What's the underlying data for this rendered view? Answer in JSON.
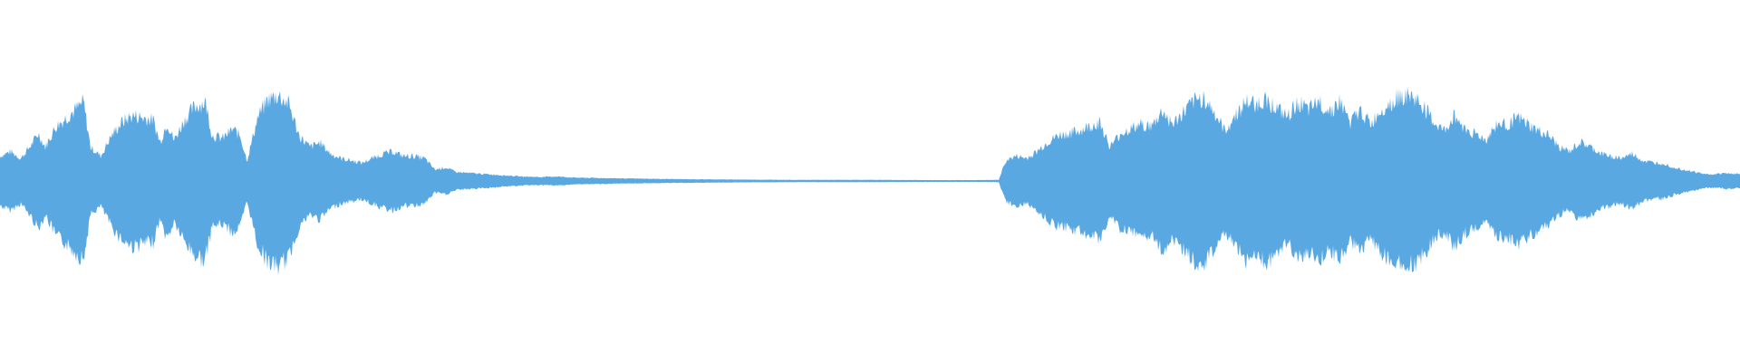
{
  "waveform": {
    "color": "#5aa8e2",
    "background": "#ffffff",
    "envelope": [
      [
        0.0,
        0.22
      ],
      [
        0.006,
        0.26
      ],
      [
        0.012,
        0.2
      ],
      [
        0.018,
        0.32
      ],
      [
        0.022,
        0.42
      ],
      [
        0.026,
        0.3
      ],
      [
        0.032,
        0.48
      ],
      [
        0.038,
        0.56
      ],
      [
        0.044,
        0.64
      ],
      [
        0.048,
        0.7
      ],
      [
        0.052,
        0.3
      ],
      [
        0.058,
        0.22
      ],
      [
        0.064,
        0.4
      ],
      [
        0.07,
        0.52
      ],
      [
        0.076,
        0.58
      ],
      [
        0.082,
        0.56
      ],
      [
        0.088,
        0.54
      ],
      [
        0.092,
        0.34
      ],
      [
        0.096,
        0.52
      ],
      [
        0.1,
        0.36
      ],
      [
        0.106,
        0.54
      ],
      [
        0.112,
        0.66
      ],
      [
        0.118,
        0.7
      ],
      [
        0.122,
        0.4
      ],
      [
        0.128,
        0.38
      ],
      [
        0.134,
        0.46
      ],
      [
        0.138,
        0.4
      ],
      [
        0.142,
        0.18
      ],
      [
        0.148,
        0.56
      ],
      [
        0.154,
        0.72
      ],
      [
        0.16,
        0.76
      ],
      [
        0.166,
        0.68
      ],
      [
        0.172,
        0.4
      ],
      [
        0.178,
        0.3
      ],
      [
        0.184,
        0.34
      ],
      [
        0.19,
        0.24
      ],
      [
        0.196,
        0.2
      ],
      [
        0.202,
        0.18
      ],
      [
        0.208,
        0.16
      ],
      [
        0.214,
        0.2
      ],
      [
        0.22,
        0.24
      ],
      [
        0.226,
        0.26
      ],
      [
        0.232,
        0.22
      ],
      [
        0.238,
        0.22
      ],
      [
        0.244,
        0.2
      ],
      [
        0.25,
        0.1
      ],
      [
        0.256,
        0.12
      ],
      [
        0.262,
        0.08
      ],
      [
        0.27,
        0.07
      ],
      [
        0.28,
        0.06
      ],
      [
        0.29,
        0.05
      ],
      [
        0.3,
        0.04
      ],
      [
        0.31,
        0.035
      ],
      [
        0.32,
        0.04
      ],
      [
        0.33,
        0.03
      ],
      [
        0.35,
        0.025
      ],
      [
        0.37,
        0.02
      ],
      [
        0.4,
        0.015
      ],
      [
        0.43,
        0.012
      ],
      [
        0.46,
        0.01
      ],
      [
        0.5,
        0.01
      ],
      [
        0.54,
        0.008
      ],
      [
        0.56,
        0.008
      ],
      [
        0.574,
        0.01
      ],
      [
        0.578,
        0.18
      ],
      [
        0.584,
        0.22
      ],
      [
        0.59,
        0.2
      ],
      [
        0.596,
        0.26
      ],
      [
        0.602,
        0.34
      ],
      [
        0.608,
        0.4
      ],
      [
        0.614,
        0.42
      ],
      [
        0.62,
        0.44
      ],
      [
        0.626,
        0.48
      ],
      [
        0.632,
        0.52
      ],
      [
        0.638,
        0.3
      ],
      [
        0.644,
        0.42
      ],
      [
        0.65,
        0.46
      ],
      [
        0.656,
        0.5
      ],
      [
        0.662,
        0.48
      ],
      [
        0.668,
        0.62
      ],
      [
        0.674,
        0.5
      ],
      [
        0.68,
        0.6
      ],
      [
        0.686,
        0.7
      ],
      [
        0.692,
        0.74
      ],
      [
        0.698,
        0.6
      ],
      [
        0.704,
        0.44
      ],
      [
        0.71,
        0.58
      ],
      [
        0.716,
        0.7
      ],
      [
        0.722,
        0.68
      ],
      [
        0.728,
        0.72
      ],
      [
        0.734,
        0.64
      ],
      [
        0.74,
        0.56
      ],
      [
        0.746,
        0.7
      ],
      [
        0.752,
        0.62
      ],
      [
        0.758,
        0.7
      ],
      [
        0.764,
        0.62
      ],
      [
        0.77,
        0.7
      ],
      [
        0.776,
        0.52
      ],
      [
        0.782,
        0.62
      ],
      [
        0.788,
        0.5
      ],
      [
        0.794,
        0.64
      ],
      [
        0.8,
        0.7
      ],
      [
        0.806,
        0.76
      ],
      [
        0.812,
        0.74
      ],
      [
        0.818,
        0.66
      ],
      [
        0.824,
        0.52
      ],
      [
        0.83,
        0.44
      ],
      [
        0.836,
        0.58
      ],
      [
        0.842,
        0.46
      ],
      [
        0.848,
        0.42
      ],
      [
        0.854,
        0.36
      ],
      [
        0.86,
        0.5
      ],
      [
        0.866,
        0.5
      ],
      [
        0.872,
        0.56
      ],
      [
        0.878,
        0.5
      ],
      [
        0.884,
        0.44
      ],
      [
        0.89,
        0.4
      ],
      [
        0.896,
        0.3
      ],
      [
        0.902,
        0.26
      ],
      [
        0.908,
        0.34
      ],
      [
        0.914,
        0.3
      ],
      [
        0.92,
        0.24
      ],
      [
        0.926,
        0.22
      ],
      [
        0.932,
        0.2
      ],
      [
        0.938,
        0.24
      ],
      [
        0.944,
        0.18
      ],
      [
        0.95,
        0.16
      ],
      [
        0.956,
        0.16
      ],
      [
        0.962,
        0.12
      ],
      [
        0.968,
        0.1
      ],
      [
        0.974,
        0.08
      ],
      [
        0.98,
        0.06
      ],
      [
        0.986,
        0.06
      ],
      [
        0.992,
        0.07
      ],
      [
        1.0,
        0.06
      ]
    ]
  }
}
